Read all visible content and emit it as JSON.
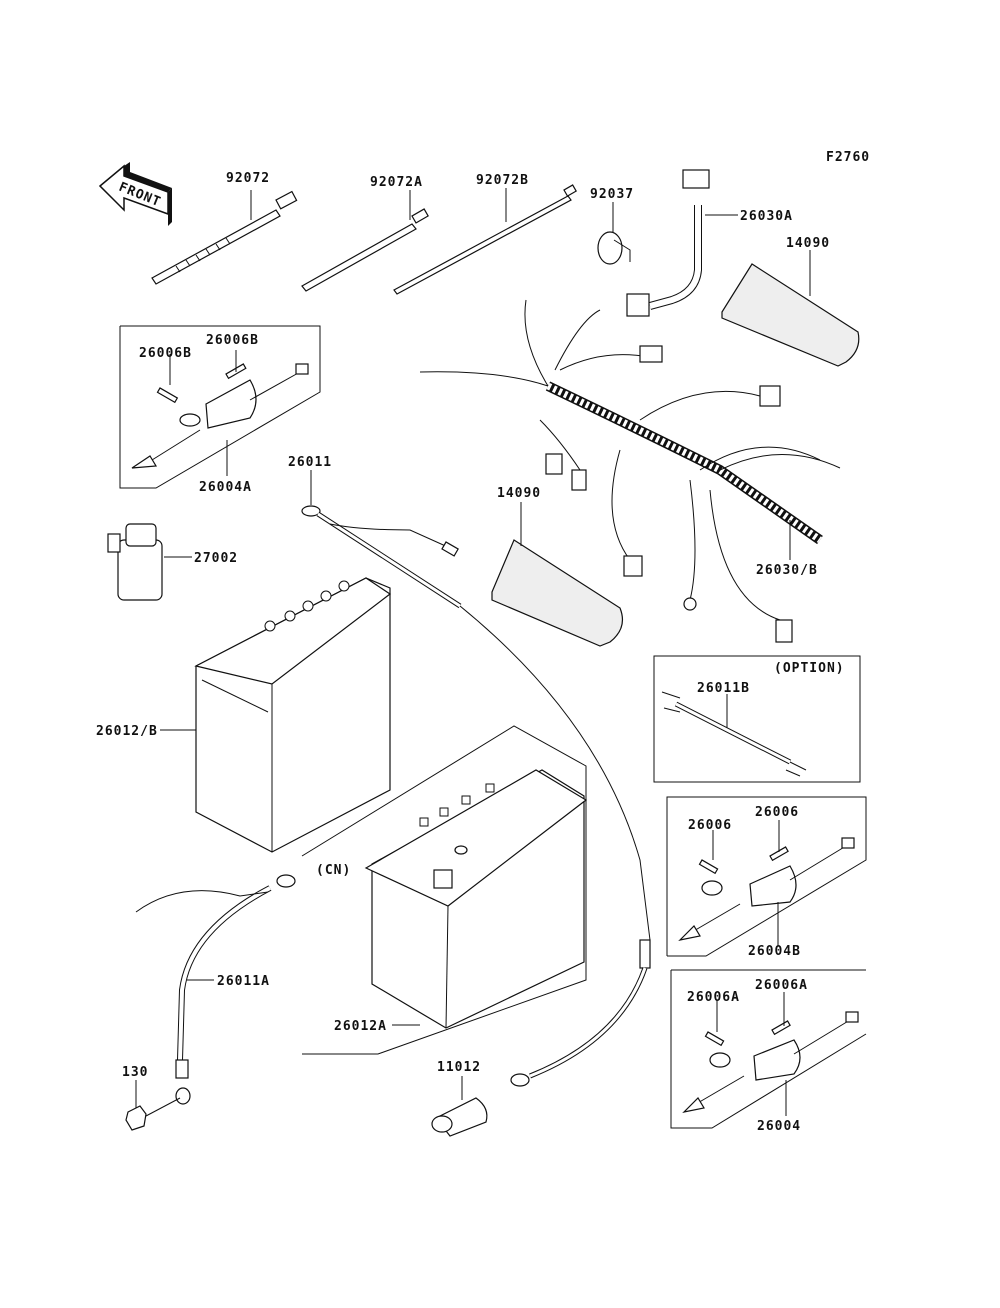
{
  "diagram": {
    "figure_code": "F2760",
    "front_arrow_text": "FRONT",
    "callouts": {
      "p92072": "92072",
      "p92072A": "92072A",
      "p92072B": "92072B",
      "p92037": "92037",
      "p26030A": "26030A",
      "p14090_top": "14090",
      "p26006B_left": "26006B",
      "p26006B_right": "26006B",
      "p26004A": "26004A",
      "p26011": "26011",
      "p14090_mid": "14090",
      "p27002": "27002",
      "p26030B": "26030/B",
      "p26011B": "26011B",
      "p26012B": "26012/B",
      "p26006_left": "26006",
      "p26006_right": "26006",
      "p26004B": "26004B",
      "p26011A": "26011A",
      "p26012A": "26012A",
      "p26006A_left": "26006A",
      "p26006A_right": "26006A",
      "p26004": "26004",
      "p130": "130",
      "p11012": "11012"
    },
    "notes": {
      "option": "(OPTION)",
      "cn": "(CN)"
    }
  }
}
